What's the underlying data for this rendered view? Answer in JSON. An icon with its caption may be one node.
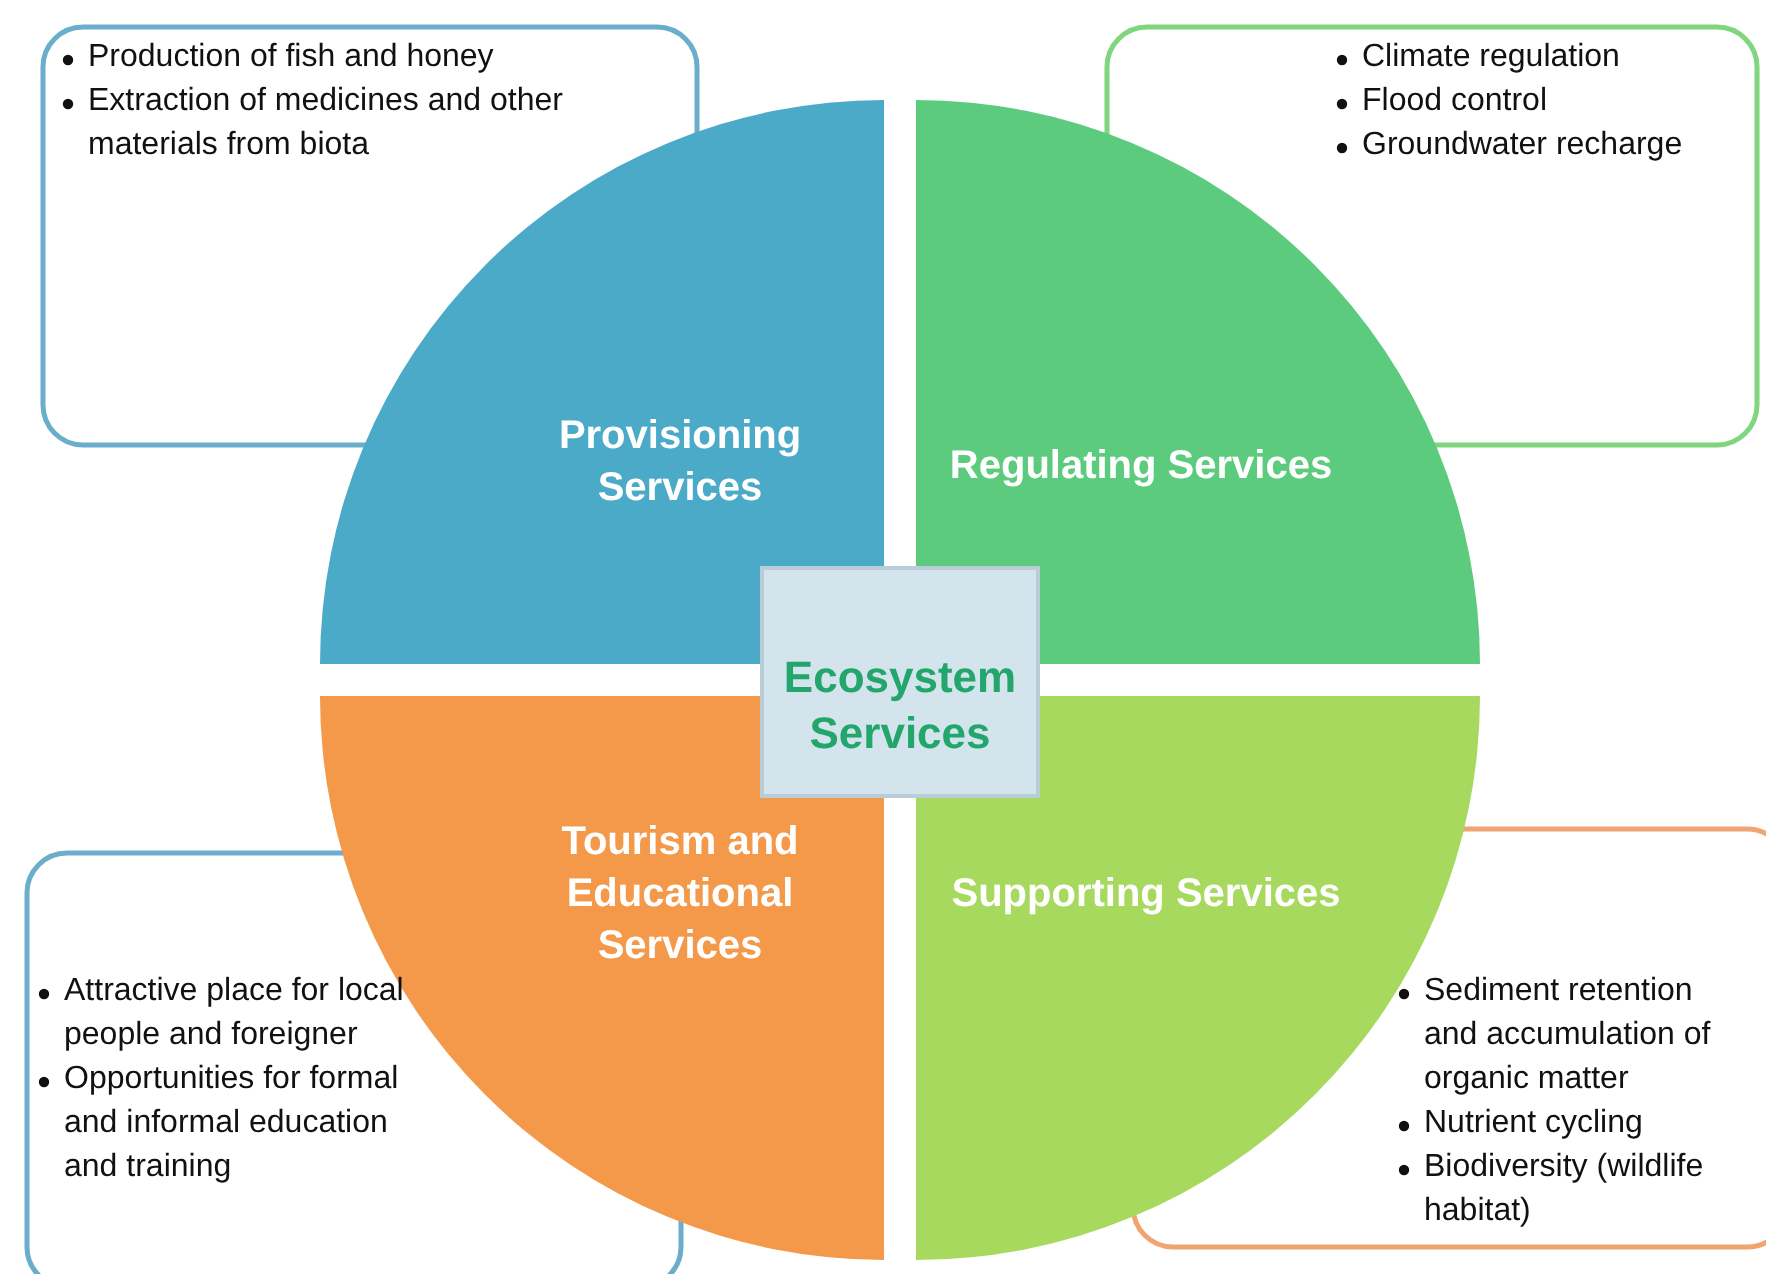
{
  "diagram": {
    "nodes": [
      {
        "text": [
          "Production of fish and honey",
          "Extraction of medicines and other materials from biota"
        ]
      },
      {
        "text": [
          "Provisioning Services"
        ]
      },
      {
        "text": [
          "Climate regulation",
          "Flood control",
          "Groundwater recharge"
        ]
      },
      {
        "text": [
          "Regulating Services"
        ]
      },
      {
        "text": [
          "Tourism and Educational Services"
        ]
      },
      {
        "text": [
          "Attractive place for local people and foreigner",
          "Opportunities for formal and informal education and training"
        ]
      },
      {
        "text": [
          "Supporting Services"
        ]
      },
      {
        "text": [
          "Sediment retention and accumulation of organic matter",
          "Nutrient cycling",
          "Biodiversity (wildlife habitat)"
        ]
      },
      {
        "text": [
          "Ecosystem Services"
        ]
      }
    ],
    "edges": []
  }
}
